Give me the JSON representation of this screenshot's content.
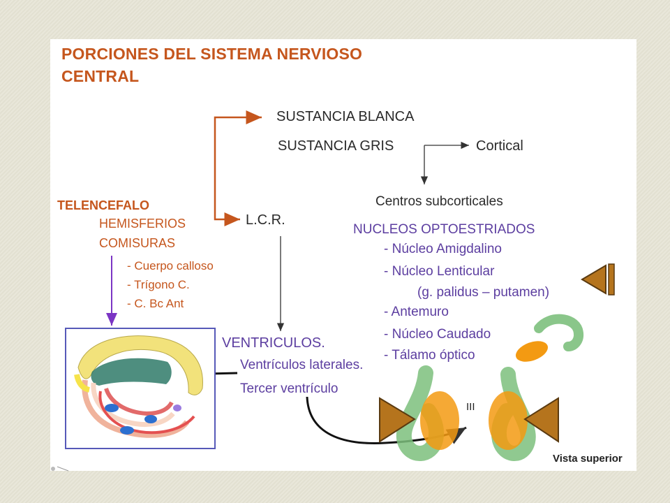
{
  "title_line1": "PORCIONES DEL SISTEMA NERVIOSO",
  "title_line2": "CENTRAL",
  "sustancia_blanca": "SUSTANCIA BLANCA",
  "sustancia_gris": "SUSTANCIA GRIS",
  "cortical": "Cortical",
  "centros_subcorticales": "Centros subcorticales",
  "telencefalo": {
    "heading": "TELENCEFALO",
    "hemisferios": "HEMISFERIOS",
    "comisuras": "COMISURAS",
    "items": [
      "- Cuerpo calloso",
      "- Trígono C.",
      "- C. Bc Ant"
    ]
  },
  "lcr": "L.C.R.",
  "ventriculos": {
    "heading": "VENTRICULOS.",
    "items": [
      "Ventrículos laterales.",
      "Tercer ventrículo"
    ]
  },
  "nucleos": {
    "heading": "NUCLEOS OPTOESTRIADOS",
    "items": [
      "- Núcleo Amigdalino",
      "- Núcleo Lenticular",
      "(g. palidus – putamen)",
      "- Antemuro",
      "- Núcleo Caudado",
      "- Tálamo óptico"
    ]
  },
  "third_ventricle_label": "III",
  "vista_superior": "Vista superior",
  "colors": {
    "title": "#c5561d",
    "orange_text": "#c5561d",
    "purple_text": "#5c3ea0",
    "arrow_orange": "#c5561d",
    "arrow_purple": "#7b35c4",
    "green_shape": "#7dc07d",
    "orange_shape": "#f39a12",
    "brown_triangle": "#b5741d"
  }
}
